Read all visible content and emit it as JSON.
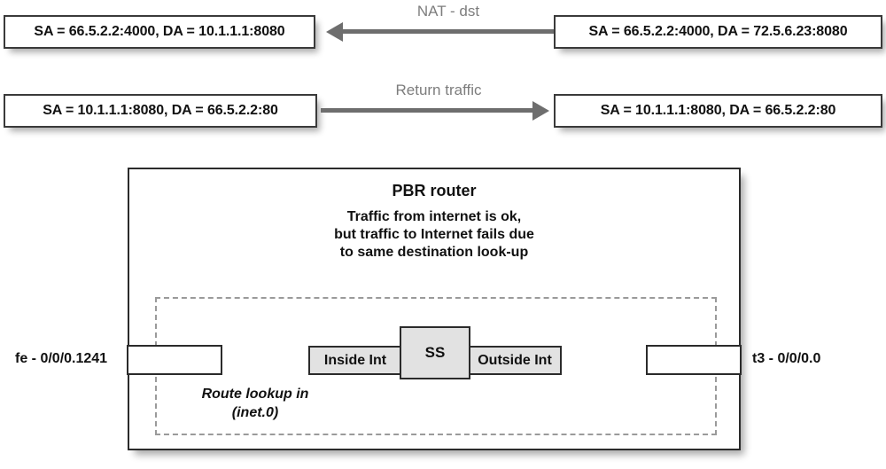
{
  "diagram": {
    "title": "PBR router NAT-dst traffic flow",
    "accent_gray": "#6e6e6e",
    "label_gray": "#7d7d7d",
    "box_fill": "#ffffff",
    "svc_fill": "#e2e2e2",
    "border_dark": "#2b2b2b",
    "dashed_gray": "#9a9a9a"
  },
  "flows": [
    {
      "name": "nat-dst",
      "label": "NAT - dst",
      "direction": "right-to-left",
      "left_packet": "SA = 66.5.2.2:4000, DA = 10.1.1.1:8080",
      "right_packet": "SA = 66.5.2.2:4000, DA = 72.5.6.23:8080"
    },
    {
      "name": "return-traffic",
      "label": "Return traffic",
      "direction": "left-to-right",
      "left_packet": "SA = 10.1.1.1:8080, DA = 66.5.2.2:80",
      "right_packet": "SA = 10.1.1.1:8080, DA = 66.5.2.2:80"
    }
  ],
  "router": {
    "title": "PBR router",
    "description_lines": [
      "Traffic from internet is ok,",
      "but traffic to Internet fails due",
      "to same destination look-up"
    ],
    "route_lookup_lines": [
      "Route lookup in",
      "(inet.0)"
    ],
    "interfaces": {
      "left_label": "fe - 0/0/0.1241",
      "right_label": "t3 - 0/0/0.0"
    },
    "service_set": {
      "inside_int": "Inside Int",
      "ss": "SS",
      "outside_int": "Outside Int"
    }
  }
}
